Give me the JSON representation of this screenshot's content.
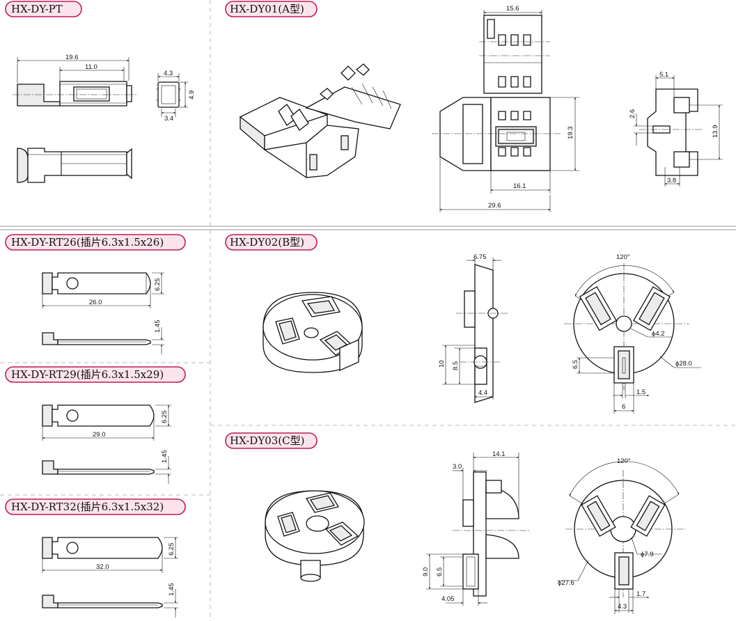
{
  "colors": {
    "pill_border": "#c2185b",
    "pill_fill": "#fce4ec",
    "line": "#111111",
    "divider": "#999999"
  },
  "sections": {
    "pt": {
      "title": "HX-DY-PT",
      "dims": {
        "total": "19.6",
        "mid": "11.0",
        "w": "4.3",
        "h": "4.9",
        "inner": "3.4"
      }
    },
    "dy01": {
      "title": "HX-DY01(A型)",
      "dims": {
        "top": "15.6",
        "height": "19.3",
        "inner": "16.1",
        "total": "29.6",
        "slot": "5.1",
        "pin": "2.6",
        "side": "13.9",
        "gap": "3.8"
      }
    },
    "rt26": {
      "title": "HX-DY-RT26(插片6.3x1.5x26)",
      "dims": {
        "len": "26.0",
        "h": "6.25",
        "t": "1.45"
      }
    },
    "rt29": {
      "title": "HX-DY-RT29(插片6.3x1.5x29)",
      "dims": {
        "len": "29.0",
        "h": "6.25",
        "t": "1.45"
      }
    },
    "rt32": {
      "title": "HX-DY-RT32(插片6.3x1.5x32)",
      "dims": {
        "len": "32.0",
        "h": "6.25",
        "t": "1.45"
      }
    },
    "dy02": {
      "title": "HX-DY02(B型)",
      "dims": {
        "top": "6.75",
        "h1": "10",
        "h2": "8.5",
        "w": "4.4",
        "angle": "120°",
        "hole": "ϕ4.2",
        "dia": "ϕ28.0",
        "slot_h": "6.5",
        "slot_w": "1.5",
        "pitch": "6"
      }
    },
    "dy03": {
      "title": "HX-DY03(C型)",
      "dims": {
        "top": "14.1",
        "flange": "3.0",
        "h1": "9.0",
        "h2": "6.5",
        "w": "4.05",
        "angle": "120°",
        "hole": "ϕ7.9",
        "dia": "ϕ27.6",
        "slot_w": "1.7",
        "pitch": "4.3"
      }
    }
  }
}
